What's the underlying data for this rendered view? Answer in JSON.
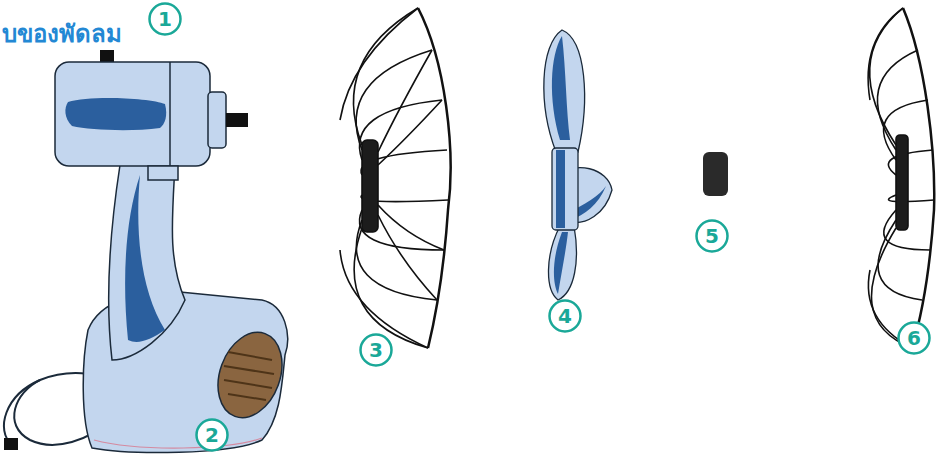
{
  "diagram": {
    "title": "บของพัดลม",
    "nodes": [
      {
        "text": [
          "1"
        ]
      },
      {
        "text": [
          "2"
        ]
      },
      {
        "text": [
          "3"
        ]
      },
      {
        "text": [
          "4"
        ]
      },
      {
        "text": [
          "5"
        ]
      },
      {
        "text": [
          "6"
        ]
      }
    ]
  }
}
